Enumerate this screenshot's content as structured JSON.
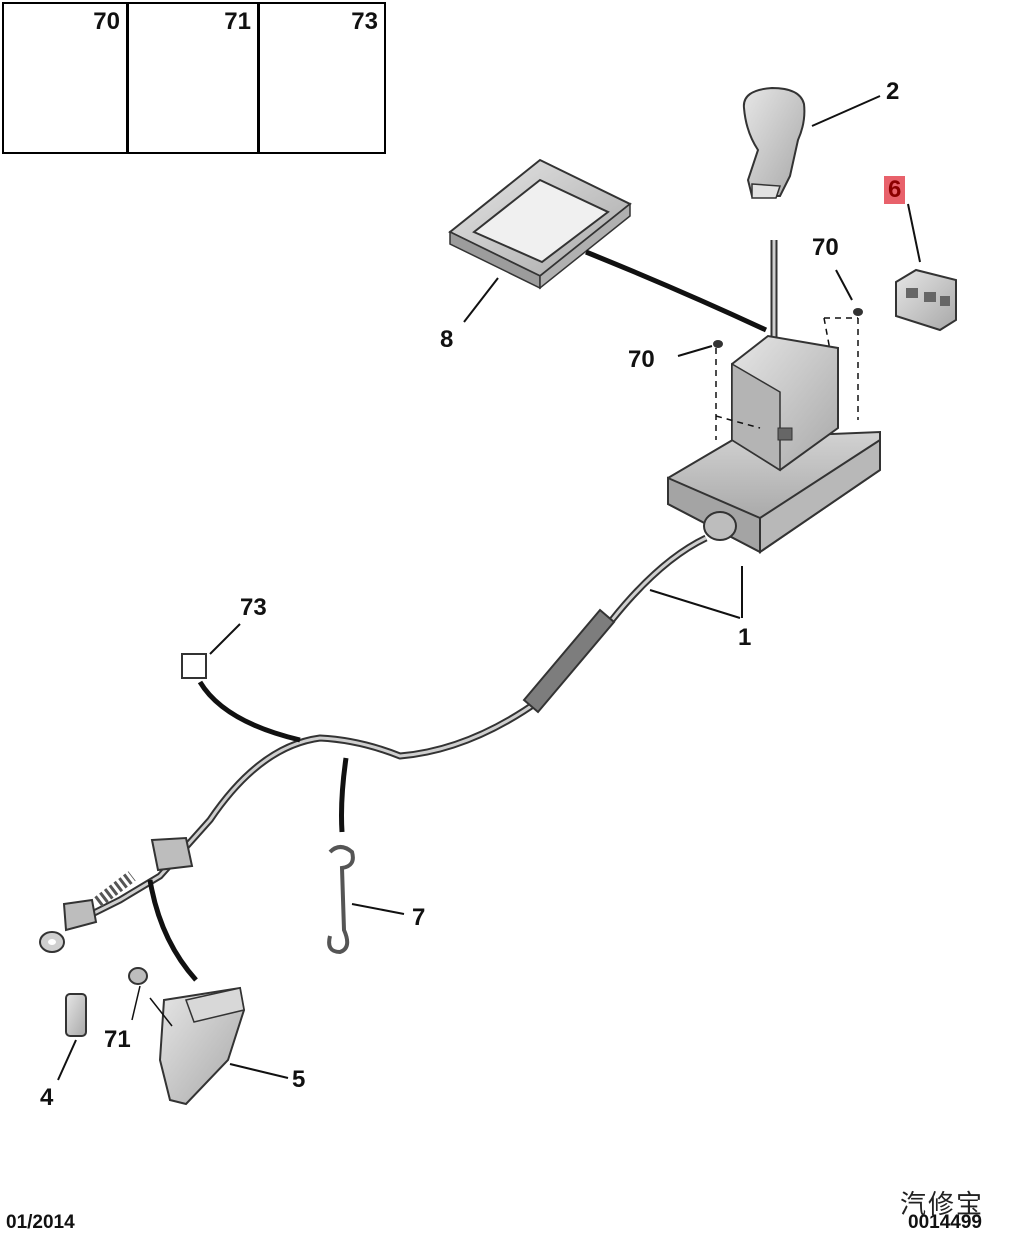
{
  "reference_panel": {
    "items": [
      {
        "label": "70",
        "depicts": "hex-nut-icon"
      },
      {
        "label": "71",
        "depicts": "flange-bolt-icon"
      },
      {
        "label": "73",
        "depicts": "cable-clip-icon"
      }
    ]
  },
  "callouts": {
    "c1": "1",
    "c2": "2",
    "c4": "4",
    "c5": "5",
    "c6": "6",
    "c7": "7",
    "c8": "8",
    "c70a": "70",
    "c70b": "70",
    "c71": "71",
    "c73": "73"
  },
  "footer": {
    "date": "01/2014",
    "ref_code": "0014499"
  },
  "watermark": "汽修宝",
  "colors": {
    "highlight": "#e8616b",
    "part_fill": "#c8c8c8",
    "part_stroke": "#333333"
  }
}
